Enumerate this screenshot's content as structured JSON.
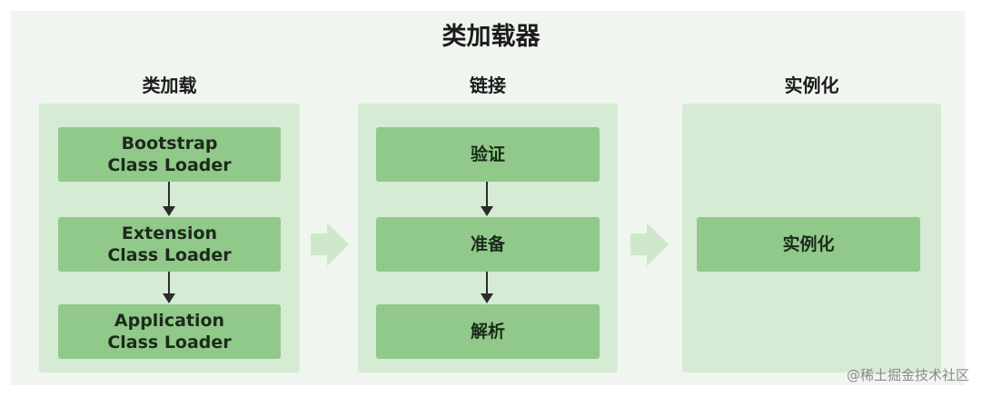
{
  "title": "类加载器",
  "columns": [
    {
      "heading": "类加载",
      "boxes": [
        {
          "line1": "Bootstrap",
          "line2": "Class Loader"
        },
        {
          "line1": "Extension",
          "line2": "Class Loader"
        },
        {
          "line1": "Application",
          "line2": "Class Loader"
        }
      ]
    },
    {
      "heading": "链接",
      "boxes": [
        {
          "line1": "验证"
        },
        {
          "line1": "准备"
        },
        {
          "line1": "解析"
        }
      ]
    },
    {
      "heading": "实例化",
      "boxes": [
        {
          "line1": "实例化"
        }
      ]
    }
  ],
  "watermark": "@稀土掘金技术社区",
  "colors": {
    "background": "#f0f6ef",
    "panel": "#d6ebd3",
    "box": "#90c98a",
    "arrow": "#2b2b2b",
    "chevron": "#cfe8cb"
  }
}
